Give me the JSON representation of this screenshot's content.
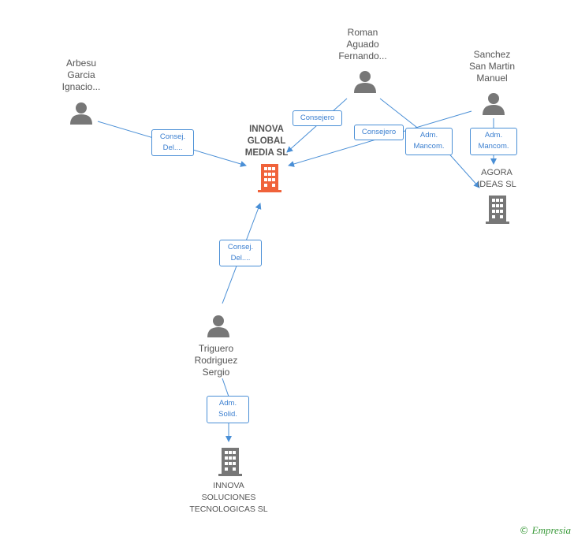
{
  "nodes": {
    "arbesu": {
      "label": "Arbesu\nGarcia\nIgnacio..."
    },
    "roman": {
      "label": "Roman\nAguado\nFernando..."
    },
    "sanchez": {
      "label": "Sanchez\nSan Martin\nManuel"
    },
    "innova_global": {
      "label": "INNOVA\nGLOBAL\nMEDIA SL"
    },
    "agora": {
      "label": "AGORA\nIDEAS SL"
    },
    "triguero": {
      "label": "Triguero\nRodriguez\nSergio"
    },
    "innova_soluciones": {
      "label": "INNOVA\nSOLUCIONES\nTECNOLOGICAS SL"
    }
  },
  "edges": {
    "arbesu_innova": {
      "label": "Consej.\nDel...."
    },
    "roman_innova": {
      "label": "Consejero"
    },
    "sanchez_innova": {
      "label": "Consejero"
    },
    "roman_agora": {
      "label": "Adm.\nMancom."
    },
    "sanchez_agora": {
      "label": "Adm.\nMancom."
    },
    "triguero_innova": {
      "label": "Consej.\nDel...."
    },
    "triguero_soluciones": {
      "label": "Adm.\nSolid."
    }
  },
  "colors": {
    "edge": "#4a8fd6",
    "person": "#777777",
    "company_main": "#f0623a",
    "company": "#777777"
  },
  "footer": {
    "copyright": "©",
    "brand": "Empresia"
  }
}
